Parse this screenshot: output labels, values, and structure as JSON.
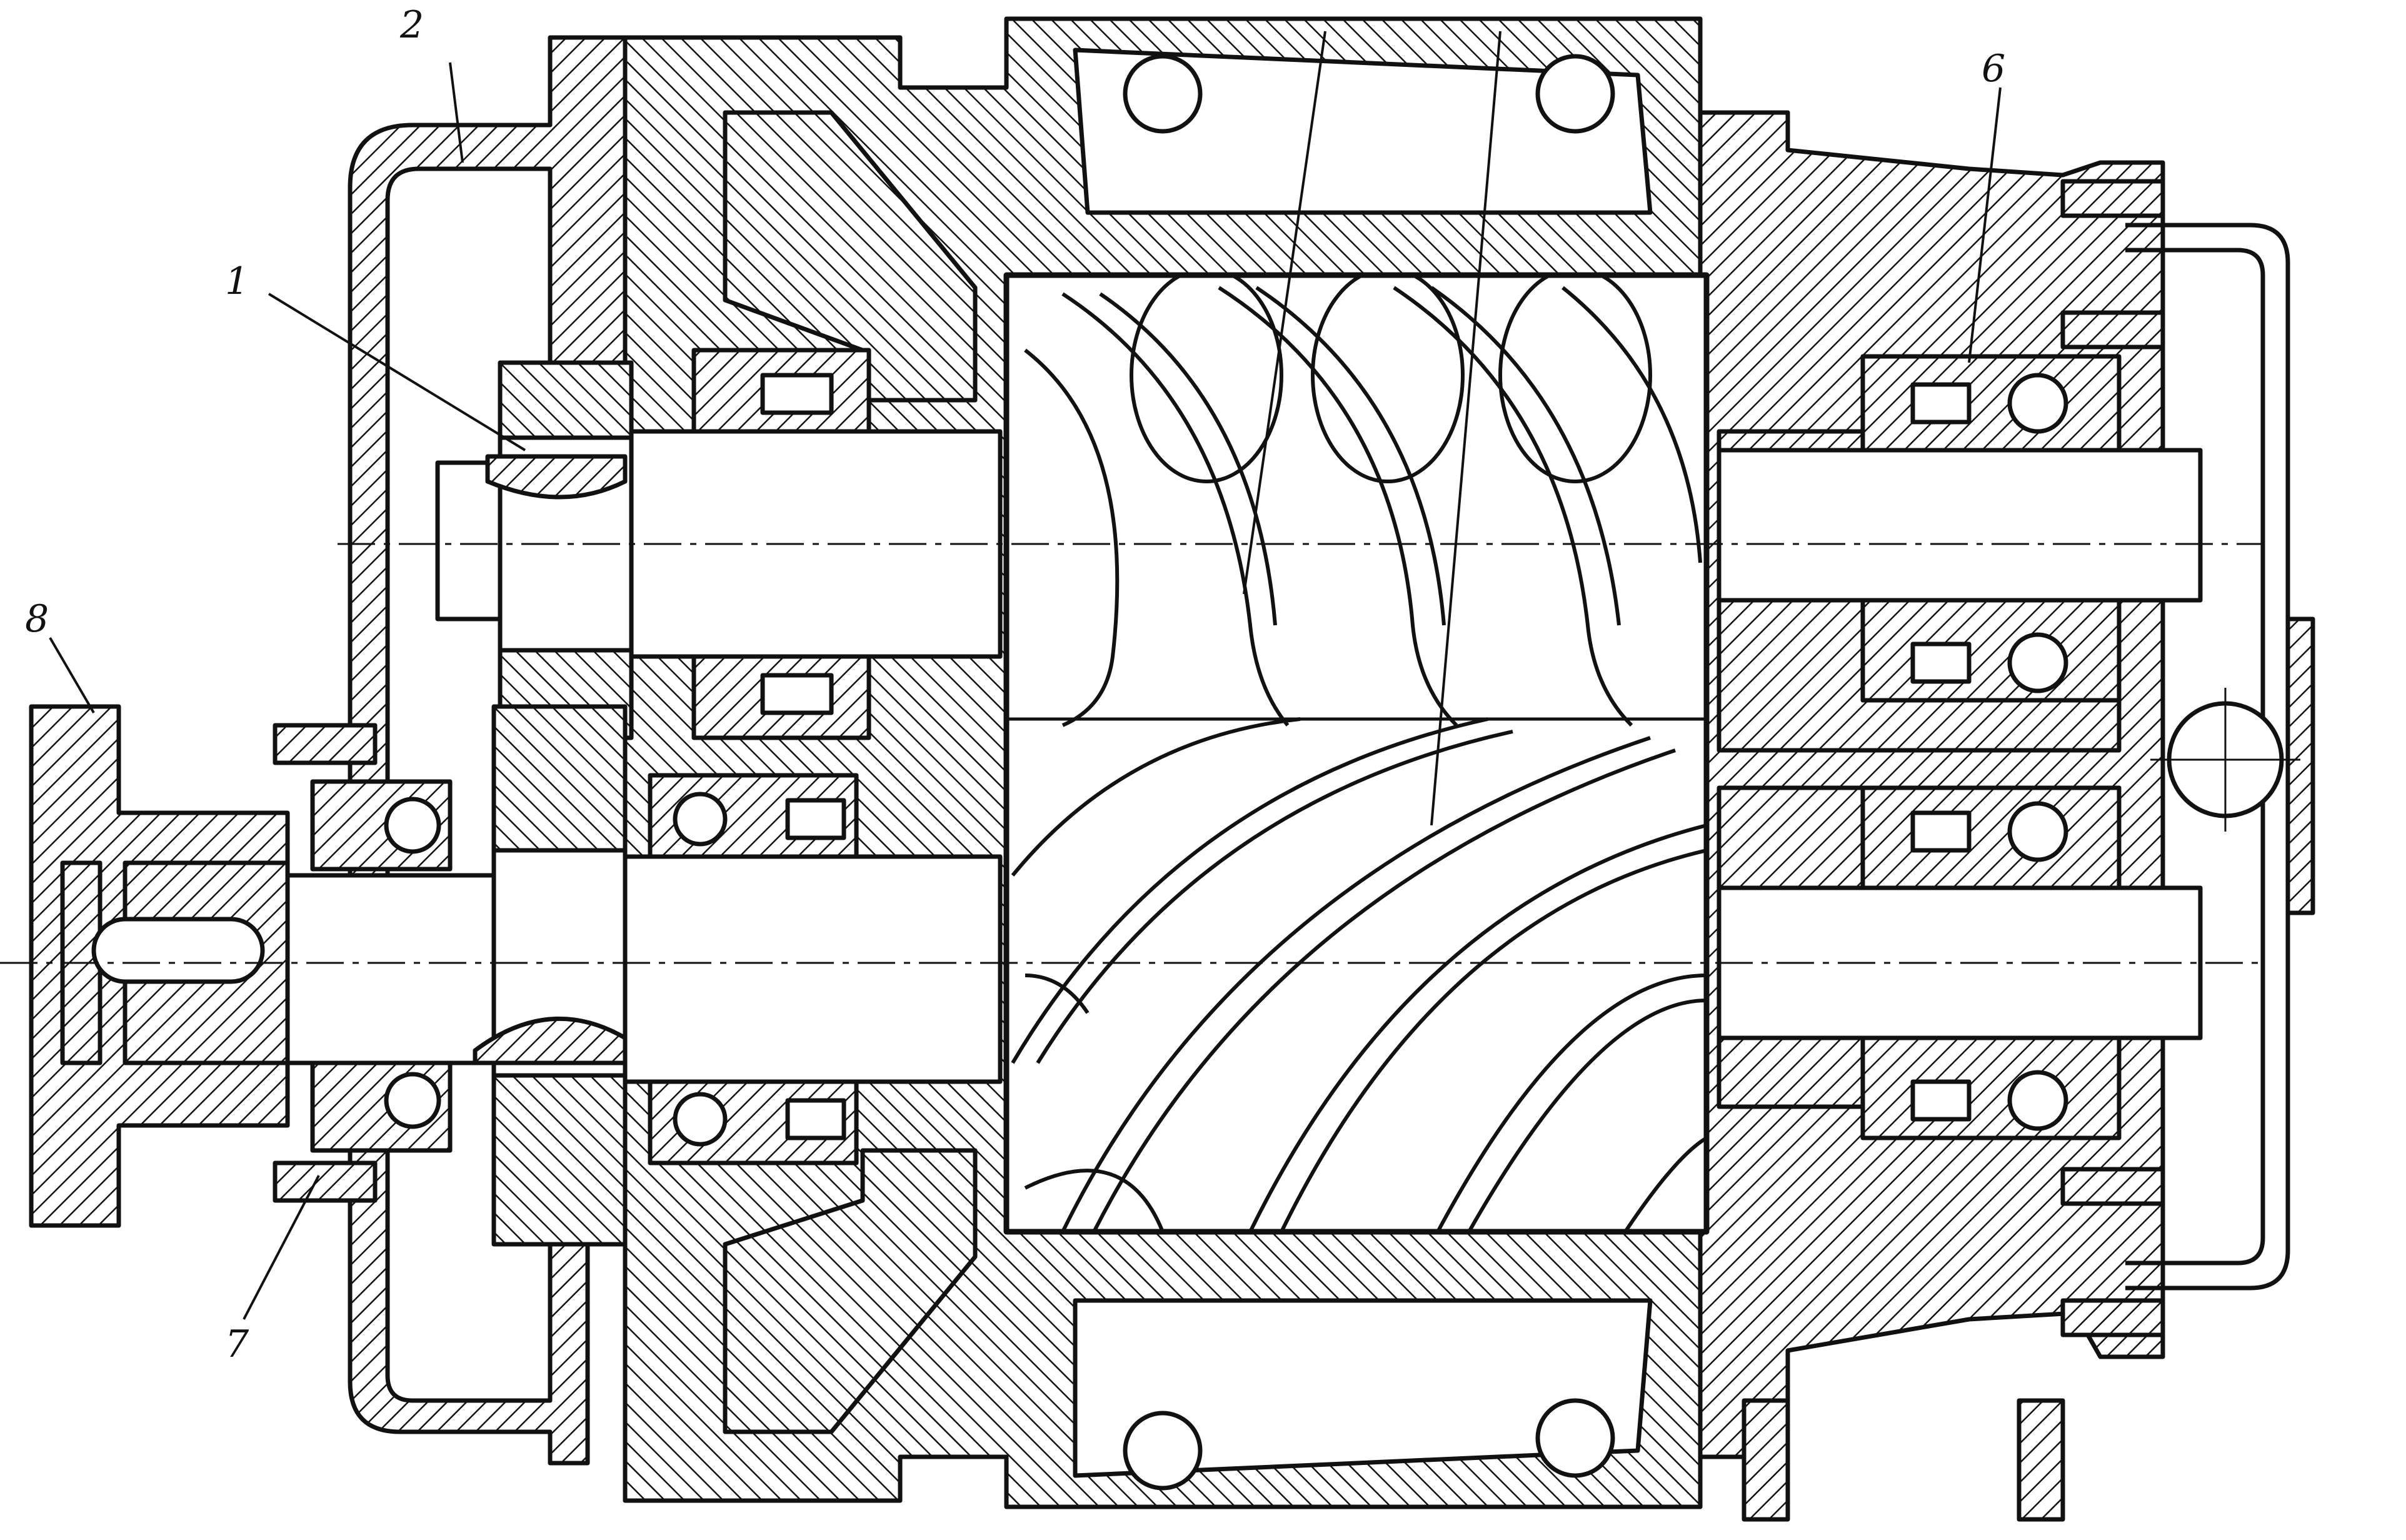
{
  "diagram": {
    "callouts": [
      {
        "id": "c1",
        "text": "1"
      },
      {
        "id": "c2",
        "text": "2"
      },
      {
        "id": "c6",
        "text": "6"
      },
      {
        "id": "c7",
        "text": "7"
      },
      {
        "id": "c8",
        "text": "8"
      }
    ],
    "colors": {
      "ink": "#111111",
      "paper": "#ffffff"
    }
  }
}
